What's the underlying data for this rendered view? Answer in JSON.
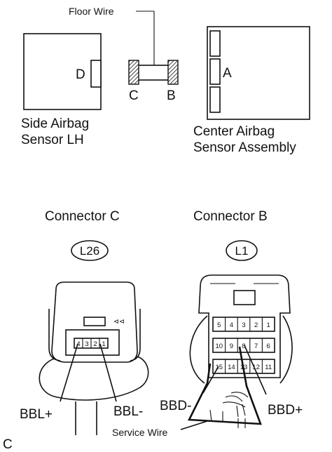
{
  "top": {
    "floor_wire": "Floor Wire",
    "side_sensor_pin": "D",
    "center_sensor_pin": "A",
    "wire_end_left": "C",
    "wire_end_right": "B",
    "side_sensor_line1": "Side Airbag",
    "side_sensor_line2": "Sensor LH",
    "center_sensor_line1": "Center Airbag",
    "center_sensor_line2": "Sensor Assembly"
  },
  "connector_c": {
    "title": "Connector C",
    "code": "L26",
    "pins": [
      "4",
      "3",
      "2",
      "1"
    ],
    "label_plus": "BBL+",
    "label_minus": "BBL-"
  },
  "connector_b": {
    "title": "Connector B",
    "code": "L1",
    "pins_row1": [
      "5",
      "4",
      "3",
      "2",
      "1"
    ],
    "pins_row2": [
      "10",
      "9",
      "8",
      "7",
      "6"
    ],
    "pins_row3": [
      "15",
      "14",
      "13",
      "12",
      "11"
    ],
    "label_minus": "BBD-",
    "label_plus": "BBD+"
  },
  "service_wire": "Service Wire",
  "figure_code": "C"
}
